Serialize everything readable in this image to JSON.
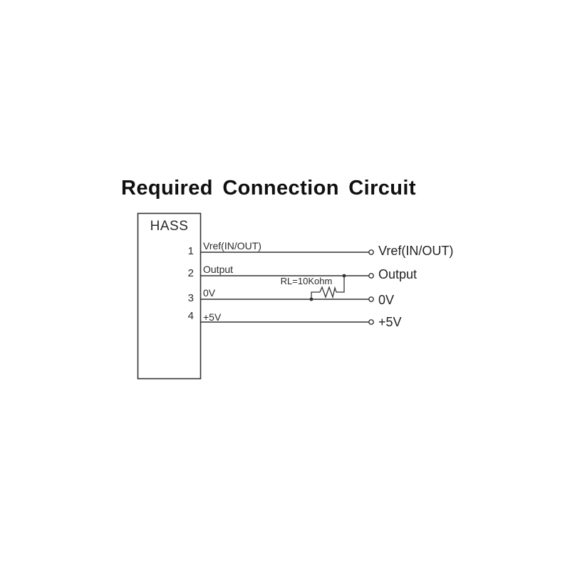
{
  "title": "Required Connection Circuit",
  "diagram": {
    "component_label": "HASS",
    "resistor_label": "RL=10Kohm",
    "pins": [
      {
        "number": "1",
        "wire_label": "Vref(IN/OUT)",
        "terminal_label": "Vref(IN/OUT)"
      },
      {
        "number": "2",
        "wire_label": "Output",
        "terminal_label": "Output"
      },
      {
        "number": "3",
        "wire_label": "0V",
        "terminal_label": "0V"
      },
      {
        "number": "4",
        "wire_label": "+5V",
        "terminal_label": "+5V"
      }
    ]
  },
  "colors": {
    "background": "#ffffff",
    "line": "#333333",
    "text": "#222222",
    "title_text": "#101010"
  }
}
